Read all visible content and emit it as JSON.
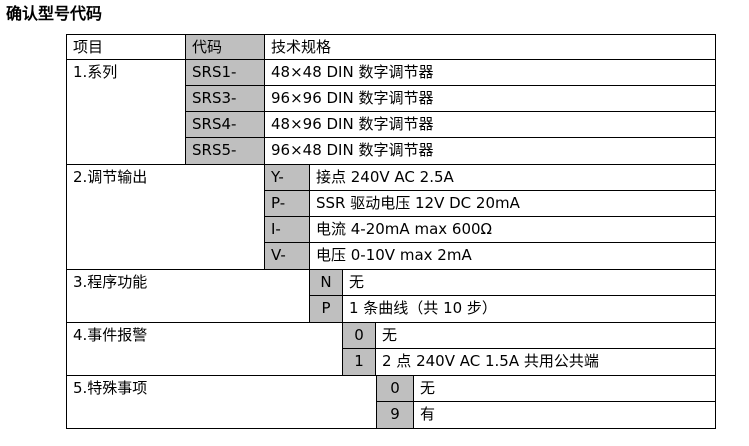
{
  "title": "确认型号代码",
  "header": {
    "item": "项目",
    "code": "代码",
    "spec": "技术规格"
  },
  "series": {
    "label": "1.系列",
    "rows": [
      {
        "code": "SRS1-",
        "spec": "48×48 DIN  数字调节器"
      },
      {
        "code": "SRS3-",
        "spec": "96×96 DIN  数字调节器"
      },
      {
        "code": "SRS4-",
        "spec": "48×96 DIN  数字调节器"
      },
      {
        "code": "SRS5-",
        "spec": "96×48 DIN  数字调节器"
      }
    ]
  },
  "output": {
    "label": "2.调节输出",
    "rows": [
      {
        "code": "Y-",
        "spec": "接点 240V AC 2.5A"
      },
      {
        "code": "P-",
        "spec": "SSR 驱动电压 12V DC 20mA"
      },
      {
        "code": "I-",
        "spec": "电流 4-20mA   max 600Ω"
      },
      {
        "code": "V-",
        "spec": "电压 0-10V      max 2mA"
      }
    ]
  },
  "program": {
    "label": "3.程序功能",
    "rows": [
      {
        "code": "N",
        "spec": "无"
      },
      {
        "code": "P",
        "spec": "1 条曲线（共 10 步）"
      }
    ]
  },
  "alarm": {
    "label": "4.事件报警",
    "rows": [
      {
        "code": "0",
        "spec": "无"
      },
      {
        "code": "1",
        "spec": "2 点 240V AC 1.5A 共用公共端"
      }
    ]
  },
  "special": {
    "label": "5.特殊事项",
    "rows": [
      {
        "code": "0",
        "spec": "无"
      },
      {
        "code": "9",
        "spec": "有"
      }
    ]
  }
}
